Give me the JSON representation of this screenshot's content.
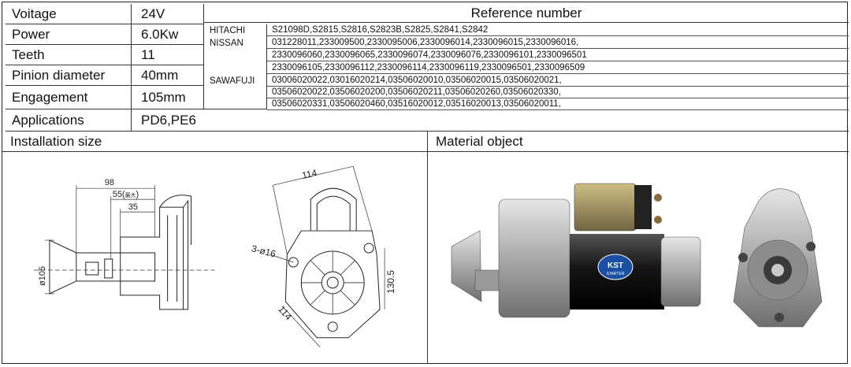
{
  "specs": [
    {
      "label": "Voitage",
      "value": "24V"
    },
    {
      "label": "Power",
      "value": "6.0Kw"
    },
    {
      "label": "Teeth",
      "value": "11"
    },
    {
      "label": "Pinion diameter",
      "value": "40mm"
    },
    {
      "label": "Engagement",
      "value": "105mm"
    },
    {
      "label": "Applications",
      "value": "PD6,PE6"
    }
  ],
  "reference": {
    "title": "Reference number",
    "groups": [
      {
        "brand": "HITACHI",
        "lines": [
          "S21098D,S2815,S2816,S2823B,S2825,S2841,S2842"
        ]
      },
      {
        "brand": "NISSAN",
        "lines": [
          "031228011,233009500,2330095006,2330096014,2330096015,2330096016,",
          "2330096060,2330096065,2330096074,2330096076,2330096101,2330096501",
          "2330096105,2330096112,2330096114,2330096119,2330096501,2330096509"
        ]
      },
      {
        "brand": "SAWAFUJI",
        "lines": [
          "03006020022,03016020214,03506020010,03506020015,03506020021,",
          "03506020022,03506020200,03506020211,03506020260,03506020330,",
          "03506020331,03506020460,03516020012,03516020013,03506020011,"
        ]
      }
    ]
  },
  "sections": {
    "installation": "Installation size",
    "material": "Material object"
  },
  "drawing": {
    "dim_98": "98",
    "dim_55": "55(",
    "dim_55_note": "最大",
    "dim_55_close": ")",
    "dim_35": "35",
    "dim_105": "ø105",
    "dim_114_top": "114",
    "dim_114_bottom": "114",
    "dim_holes": "3-ø16",
    "dim_130": "130.5"
  },
  "photo": {
    "brand_label": "KST",
    "brand_sub": "STARTER"
  }
}
